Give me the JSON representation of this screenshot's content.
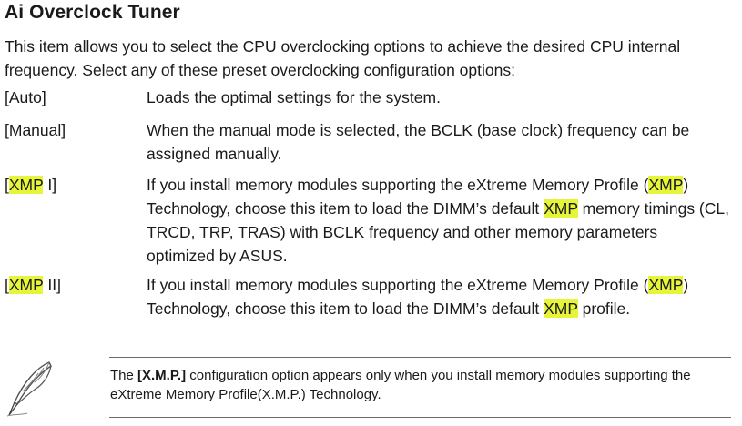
{
  "title": "Ai Overclock Tuner",
  "intro": "This item allows you to select the CPU overclocking options to achieve the desired CPU internal frequency. Select any of these preset overclocking configuration options:",
  "options": [
    {
      "key_parts": [
        "[Auto]"
      ],
      "desc_parts": [
        "Loads the optimal settings for the system."
      ]
    },
    {
      "key_parts": [
        "[Manual]"
      ],
      "desc_parts": [
        "When the manual mode is selected, the BCLK (base clock) frequency can be assigned manually."
      ]
    },
    {
      "key_parts": [
        "[",
        "XMP",
        " I]"
      ],
      "desc_parts": [
        "If you install memory modules supporting the eXtreme Memory Profile (",
        "XMP",
        ") Technology, choose this item to load the DIMM’s default ",
        "XMP",
        " memory timings (CL, TRCD, TRP, TRAS) with BCLK frequency and other memory parameters optimized by ASUS."
      ]
    },
    {
      "key_parts": [
        "[",
        "XMP",
        " II]"
      ],
      "desc_parts": [
        "If you install memory modules supporting the eXtreme Memory Profile (",
        "XMP",
        ") Technology, choose this item to load the DIMM’s default ",
        "XMP",
        " profile."
      ]
    }
  ],
  "note": {
    "before": "The ",
    "bold": "[X.M.P.]",
    "after": " configuration option appears only when you install memory modules supporting the eXtreme Memory Profile(X.M.P.) Technology."
  },
  "colors": {
    "highlight": "#e6f53a",
    "text": "#1a1a1a",
    "rule": "#6a6a6a"
  },
  "icons": {
    "note": "quill-pen-icon"
  }
}
